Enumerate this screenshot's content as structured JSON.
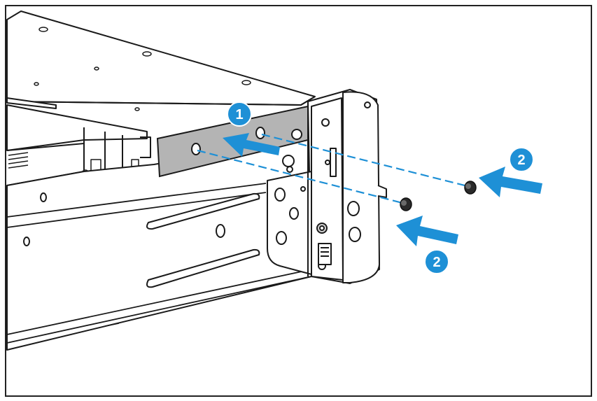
{
  "figure": {
    "callouts": [
      {
        "id": "callout-1",
        "label": "1"
      },
      {
        "id": "callout-2-upper",
        "label": "2"
      },
      {
        "id": "callout-2-lower",
        "label": "2"
      }
    ]
  },
  "colors": {
    "accent": "#1e90d6",
    "line": "#1a1a1a",
    "bracket": "#b4b4b4",
    "screw": "#3a3a3a"
  }
}
